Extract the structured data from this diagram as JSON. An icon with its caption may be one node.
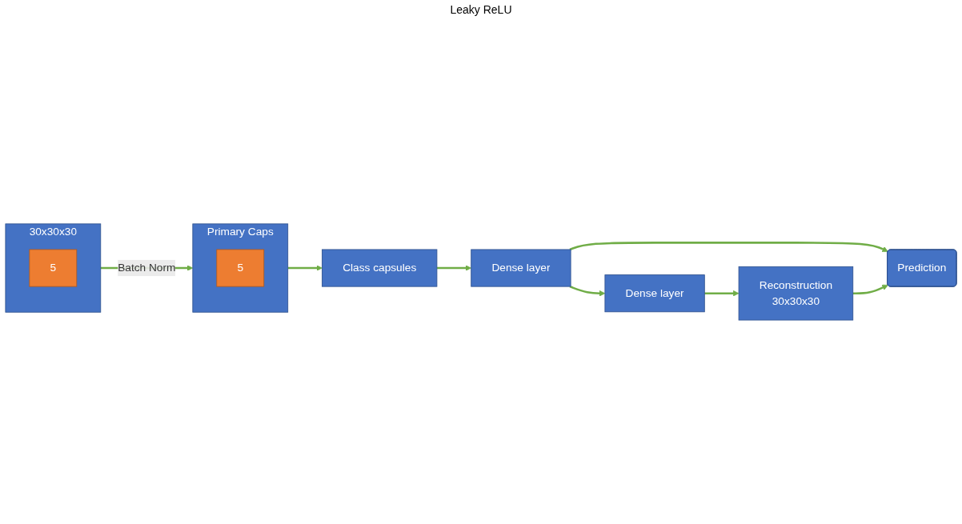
{
  "diagram": {
    "nodes": [
      {
        "text": [
          "30x30x30"
        ]
      },
      {
        "text": [
          "5"
        ],
        "in": 0
      },
      {
        "text": [
          "Primary Caps"
        ]
      },
      {
        "text": [
          "5"
        ],
        "in": 2
      },
      {
        "text": [
          "Class capsules"
        ]
      },
      {
        "text": [
          "Dense layer"
        ]
      },
      {
        "text": [
          "Dense layer"
        ]
      },
      {
        "text": [
          "Reconstruction",
          "30x30x30"
        ]
      },
      {
        "text": [
          "Prediction"
        ]
      }
    ],
    "edges": [
      {
        "from": 0,
        "to": 2,
        "arrow": "to",
        "label": "Batch Norm"
      },
      {
        "from": 2,
        "to": 4,
        "arrow": "to"
      },
      {
        "from": 4,
        "to": 5,
        "arrow": "to"
      },
      {
        "from": 5,
        "to": 6,
        "arrow": "to"
      },
      {
        "from": 6,
        "to": 7,
        "arrow": "to"
      },
      {
        "from": 5,
        "to": 8,
        "arrow": "to"
      },
      {
        "from": 7,
        "to": 8,
        "arrow": "to"
      }
    ],
    "labels": [
      "Leaky ReLU"
    ]
  }
}
